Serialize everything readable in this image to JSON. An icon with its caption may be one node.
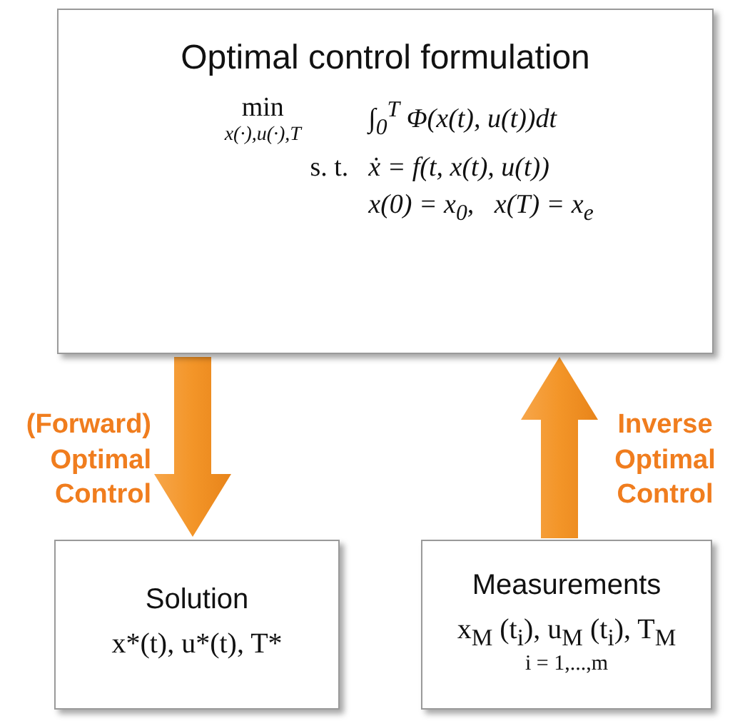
{
  "diagram": {
    "nodes": [
      {
        "text": [
          "Optimal control formulation",
          "min",
          "x(·),u(·),T",
          "∫$_{0}$$^{T}$ Φ(x(t), u(t))dt",
          "s. t.",
          "ẋ = f(t, x(t), u(t))",
          "x(0) = x$_{0}$,   x(T) = x$_{e}$"
        ]
      },
      {
        "text": [
          "Solution",
          "x*(t), u*(t), T*"
        ]
      },
      {
        "text": [
          "Measurements",
          "x$_{M}$ (t$_{i}$), u$_{M}$ (t$_{i}$), T$_{M}$",
          "i = 1,...,m"
        ]
      }
    ],
    "edges": [
      {
        "from": 0,
        "to": 1,
        "arrow": "to",
        "label": "(Forward) Optimal Control",
        "style": "thick"
      },
      {
        "from": 2,
        "to": 0,
        "arrow": "to",
        "label": "Inverse Optimal Control",
        "style": "thick"
      }
    ]
  }
}
